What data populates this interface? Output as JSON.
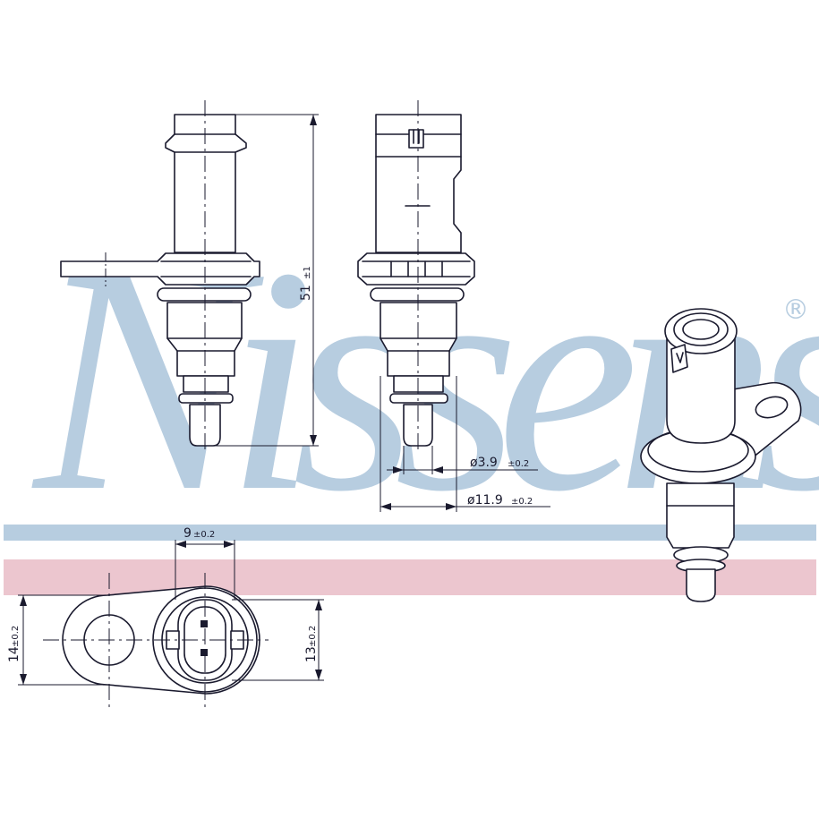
{
  "brand": {
    "wordmark": "Nissens",
    "registered_mark": "®",
    "colors": {
      "wordmark": "#b7cde0",
      "band_blue": "#b7cde0",
      "band_pink": "#ecc6cf"
    }
  },
  "dimensions": {
    "length": {
      "value": "51",
      "tolerance": "±1"
    },
    "tip_diameter": {
      "value": "ø3.9",
      "tolerance": "±0.2"
    },
    "body_diameter": {
      "value": "ø11.9",
      "tolerance": "±0.2"
    },
    "connector_width": {
      "value": "9",
      "tolerance": "±0.2"
    },
    "flange_height": {
      "value": "14",
      "tolerance": "±0.2"
    },
    "connector_height": {
      "value": "13",
      "tolerance": "±0.2"
    }
  },
  "line_color": "#1a1a2e"
}
